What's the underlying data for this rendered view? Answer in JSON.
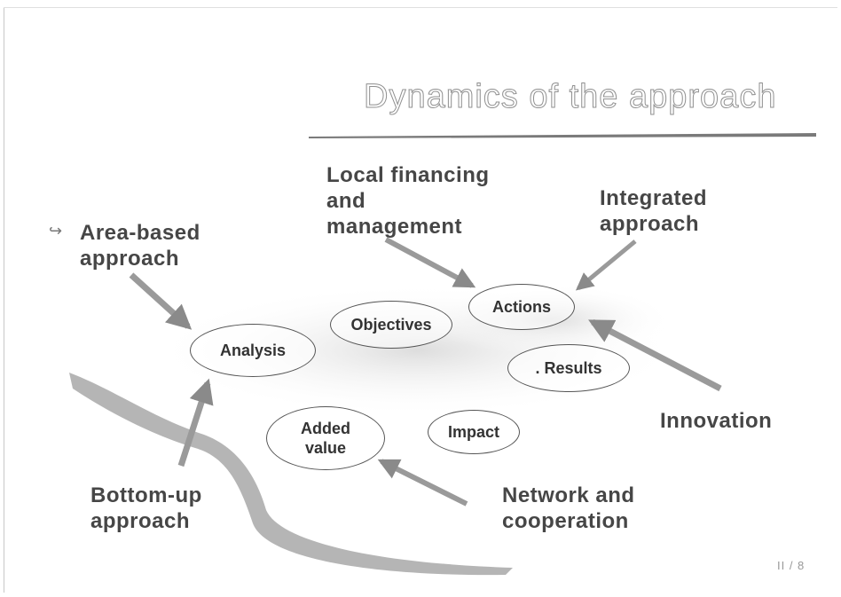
{
  "title": "Dynamics of the approach",
  "bullet_icon": "hooked-arrow-icon",
  "labels": {
    "area_based": "Area-based\napproach",
    "local_financing": "Local financing\nand\nmanagement",
    "integrated": "Integrated\napproach",
    "innovation": "Innovation",
    "bottom_up": "Bottom-up\napproach",
    "network": "Network and\ncooperation"
  },
  "nodes": {
    "analysis": "Analysis",
    "objectives": "Objectives",
    "actions": "Actions",
    "results": ". Results",
    "added_value": "Added\nvalue",
    "impact": "Impact"
  },
  "page_number": "II / 8",
  "colors": {
    "title_outline": "#8f8f8f",
    "text": "#464646",
    "arrow": "#9a9a9a",
    "ribbon": "#a8a8a8"
  }
}
